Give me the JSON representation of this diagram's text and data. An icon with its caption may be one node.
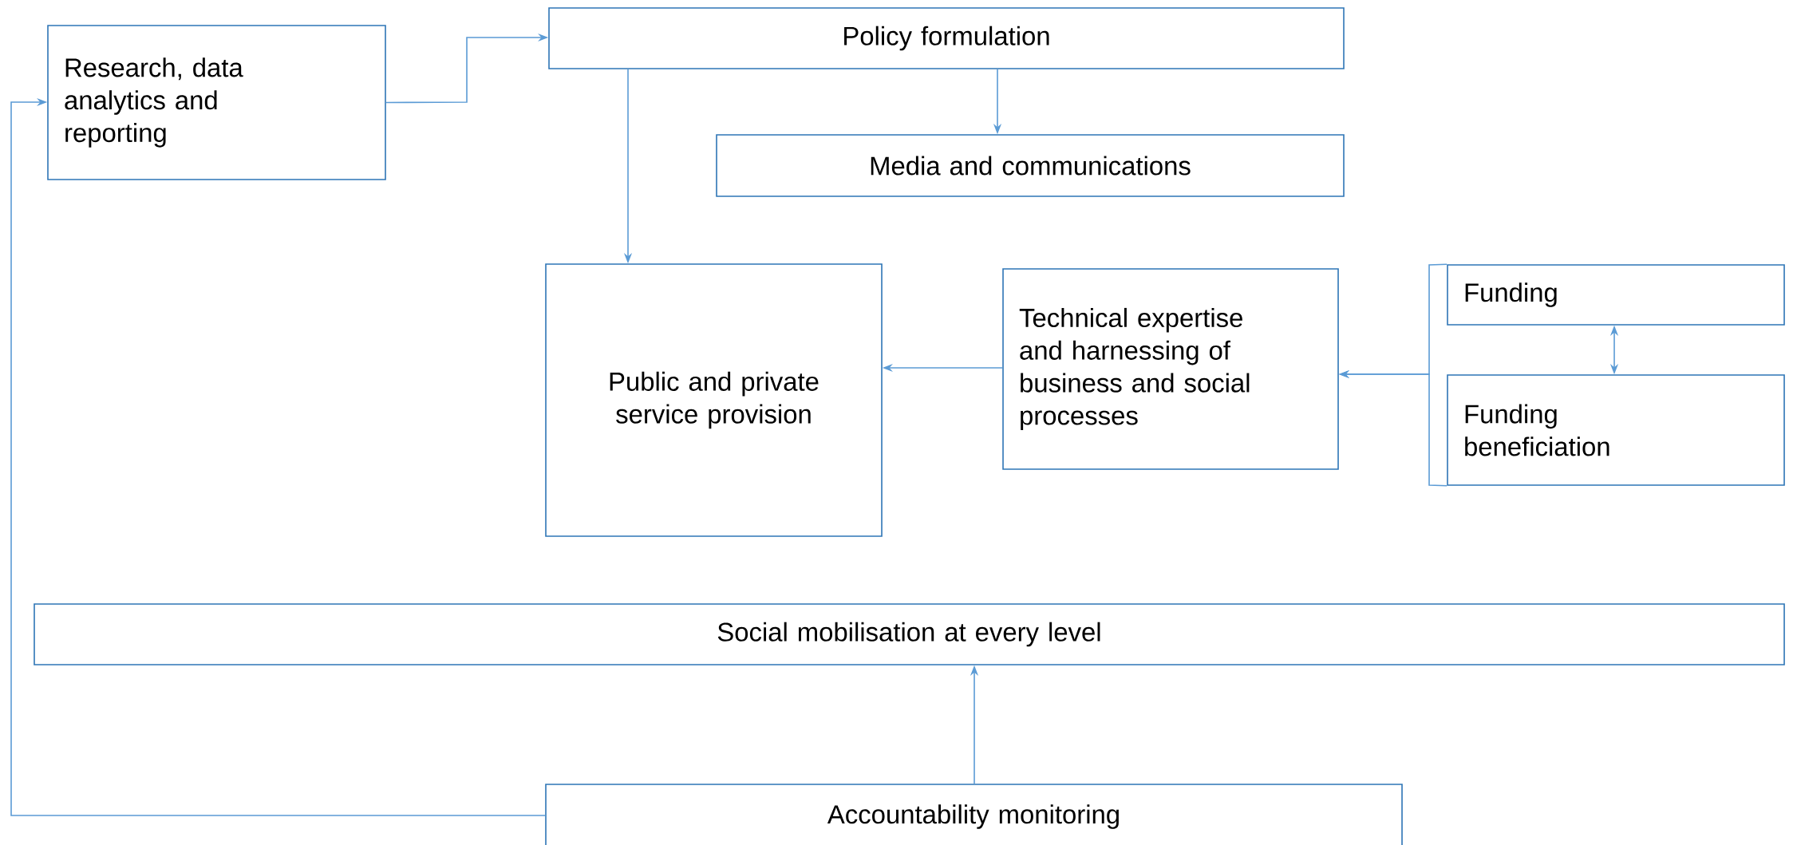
{
  "diagram": {
    "nodes": [
      {
        "text": [
          "Research, data analytics and reporting"
        ]
      },
      {
        "text": [
          "Policy formulation"
        ]
      },
      {
        "text": [
          "Media and communications"
        ]
      },
      {
        "text": [
          "Public and private service provision"
        ]
      },
      {
        "text": [
          "Technical expertise and harnessing of business and social processes"
        ]
      },
      {
        "text": [
          "Funding"
        ]
      },
      {
        "text": [
          "Funding beneficiation"
        ]
      },
      {
        "text": [
          "Social mobilisation at every level"
        ]
      },
      {
        "text": [
          "Accountability monitoring"
        ]
      }
    ],
    "edges": [
      {
        "from": 0,
        "to": 1,
        "arrow": "to"
      },
      {
        "from": 1,
        "to": 3,
        "arrow": "to"
      },
      {
        "from": 1,
        "to": 2,
        "arrow": "to"
      },
      {
        "from": 4,
        "to": 3,
        "arrow": "to"
      },
      {
        "from": 5,
        "to": 4,
        "arrow": "to"
      },
      {
        "from": 6,
        "to": 4,
        "arrow": "to"
      },
      {
        "from": 5,
        "to": 6,
        "arrow": "both"
      },
      {
        "from": 8,
        "to": 7,
        "arrow": "to"
      },
      {
        "from": 8,
        "to": 0,
        "arrow": "to"
      }
    ]
  }
}
